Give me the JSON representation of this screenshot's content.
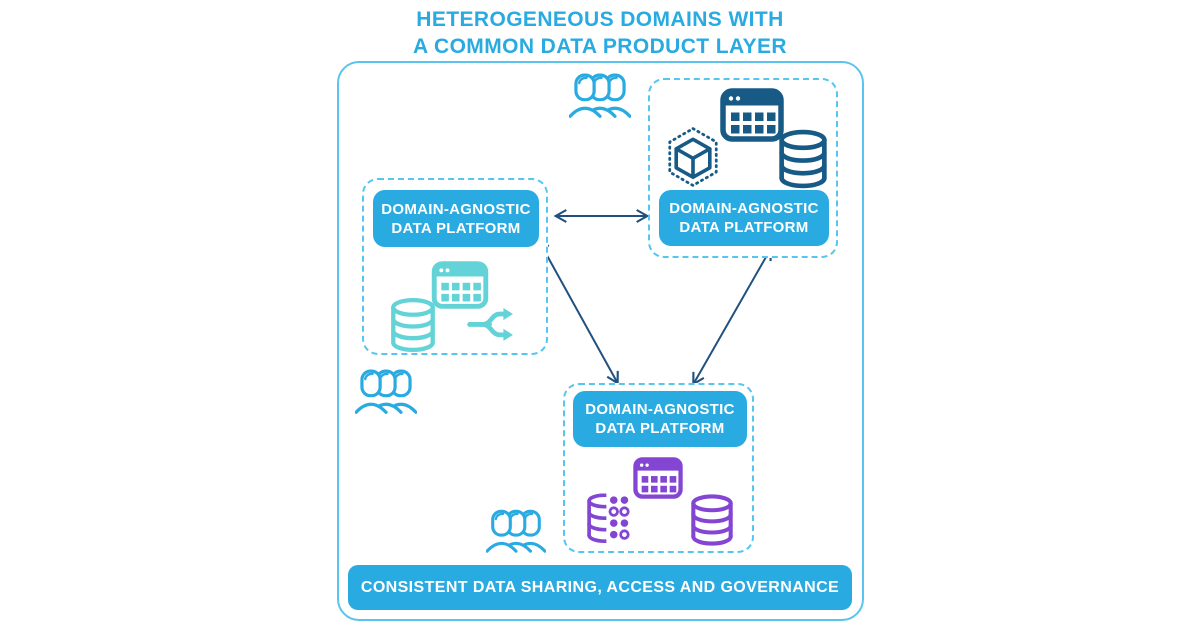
{
  "title": {
    "line1": "HETEROGENEOUS DOMAINS WITH",
    "line2": "A COMMON DATA PRODUCT LAYER"
  },
  "platforms": [
    {
      "name": "domain-left",
      "label": {
        "line1": "DOMAIN-AGNOSTIC",
        "line2": "DATA PLATFORM"
      },
      "icons": [
        "table-icon",
        "database-icon",
        "split-arrows-icon"
      ],
      "icon_color": "#63D3D8"
    },
    {
      "name": "domain-top-right",
      "label": {
        "line1": "DOMAIN-AGNOSTIC",
        "line2": "DATA PLATFORM"
      },
      "icons": [
        "table-icon",
        "cube-icon",
        "database-icon"
      ],
      "icon_color": "#175A86"
    },
    {
      "name": "domain-bottom",
      "label": {
        "line1": "DOMAIN-AGNOSTIC",
        "line2": "DATA PLATFORM"
      },
      "icons": [
        "table-icon",
        "data-records-icon",
        "database-icon"
      ],
      "icon_color": "#8446D2"
    }
  ],
  "user_groups": [
    {
      "name": "users-top",
      "icon": "people-group-icon"
    },
    {
      "name": "users-left",
      "icon": "people-group-icon"
    },
    {
      "name": "users-bottom",
      "icon": "people-group-icon"
    }
  ],
  "connections": [
    {
      "from": "domain-left",
      "to": "domain-top-right",
      "bidirectional": true
    },
    {
      "from": "domain-left",
      "to": "domain-bottom",
      "bidirectional": true
    },
    {
      "from": "domain-top-right",
      "to": "domain-bottom",
      "bidirectional": true
    }
  ],
  "banner": {
    "text": "CONSISTENT DATA SHARING, ACCESS AND GOVERNANCE"
  },
  "colors": {
    "accent_cyan": "#29ABE2",
    "outer_border": "#5BC4EE",
    "dashed_border": "#55C6F0",
    "icon_navy": "#175A86",
    "icon_teal": "#63D3D8",
    "icon_purple": "#8446D2",
    "arrow_navy": "#21517E",
    "label_text": "#FFFFFF"
  }
}
